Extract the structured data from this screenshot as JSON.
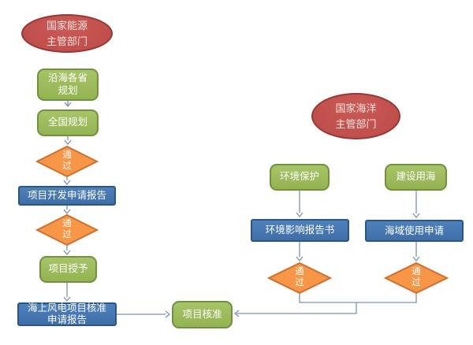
{
  "diagram": {
    "energy_branch": {
      "authority_label": "国家能源\n主管部门",
      "coastal_planning": "沿海各省\n规划",
      "national_planning": "全国规划",
      "pass_gate_1": "通\n过",
      "project_dev_report": "项目开发申请报告",
      "pass_gate_2": "通\n过",
      "project_award": "项目授予",
      "offshore_approval_report": "海上风电项目核准\n申请报告"
    },
    "ocean_branch": {
      "authority_label": "国家海洋\n主管部门",
      "env_protection": "环境保护",
      "construction_sea_use": "建设用海",
      "env_impact_report": "环境影响报告书",
      "sea_area_use_application": "海域使用申请",
      "pass_gate_3": "通\n过",
      "pass_gate_4": "通\n过"
    },
    "merge": {
      "project_approval": "项目核准"
    },
    "colors": {
      "background": "#ffffff",
      "authority_fill": "#bd4a48",
      "authority_border": "#953735",
      "process_green_fill": "#9bbb59",
      "process_green_border": "#70913e",
      "document_blue_fill": "#4779b2",
      "document_blue_border": "#2c567f",
      "decision_orange_fill": "#f79646",
      "decision_orange_border": "#cf7030",
      "connector_line": "#7c93ad",
      "node_text": "#ffffff"
    }
  }
}
